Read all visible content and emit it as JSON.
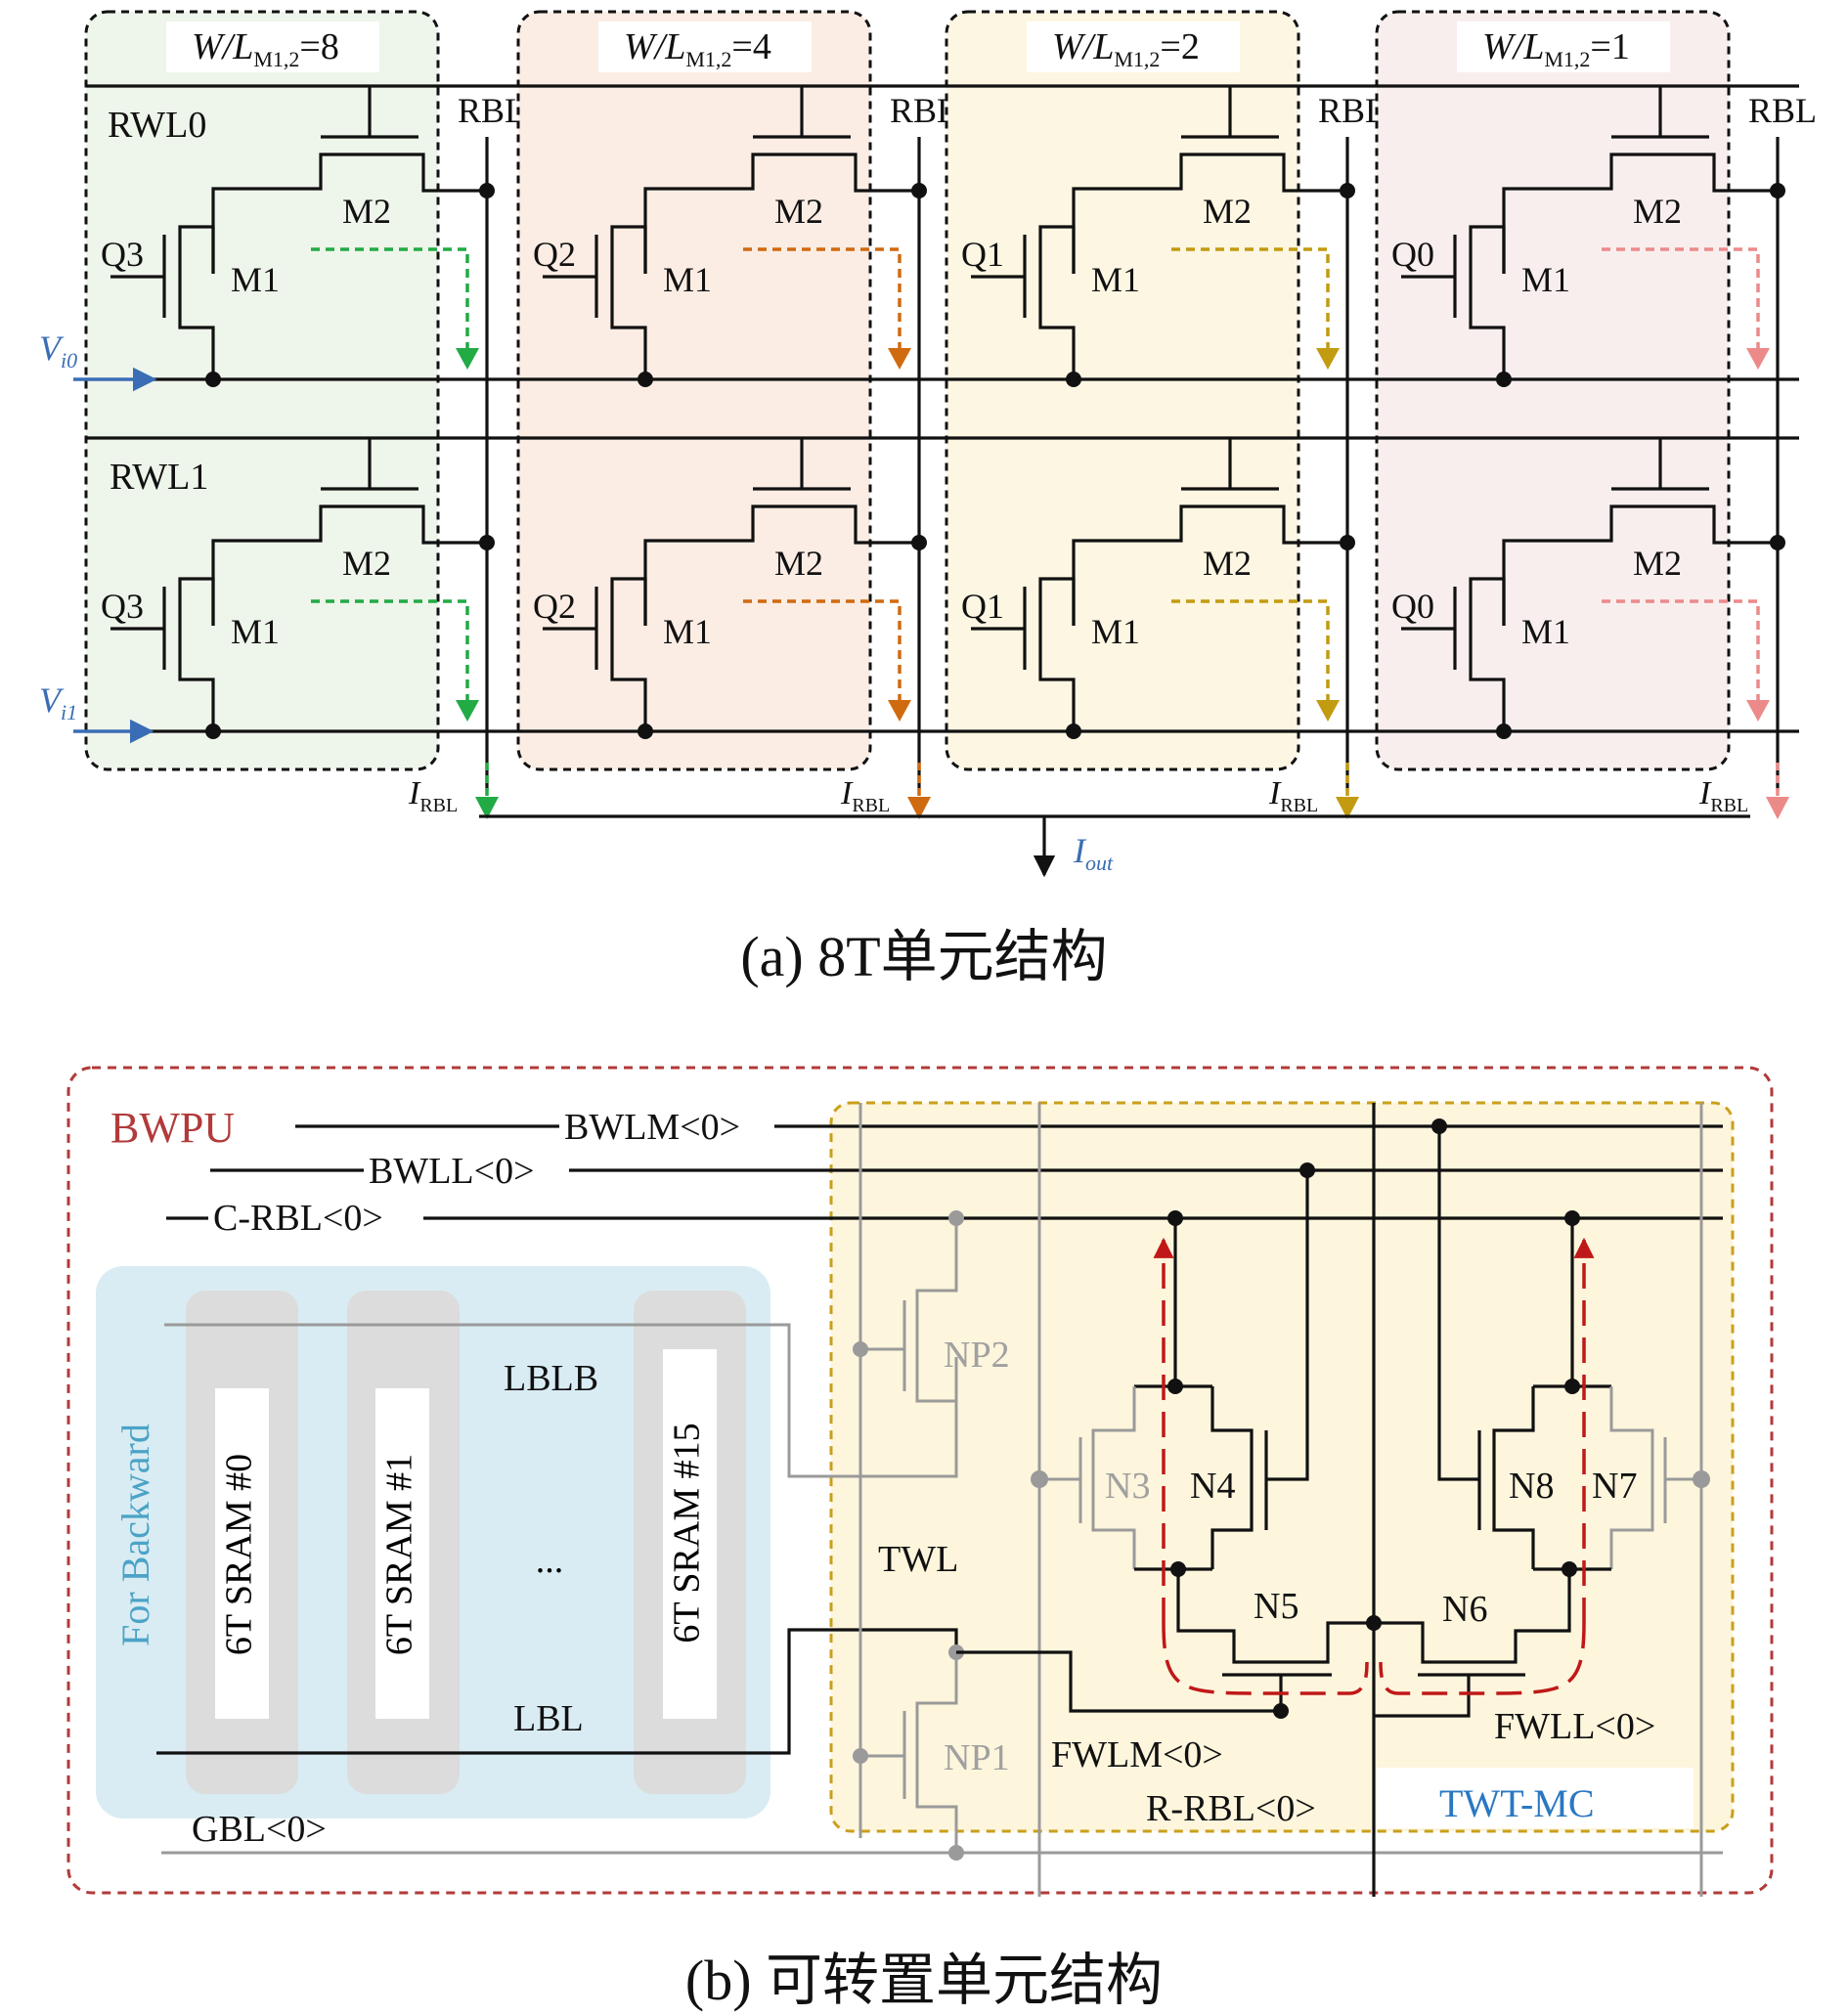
{
  "panel_a": {
    "caption": "(a) 8T单元结构",
    "columns": [
      {
        "wl_label": "W/L",
        "wl_sub": "M1,2",
        "wl_value": "=8",
        "q": "Q3",
        "accent": "#22aa44",
        "fill": "#eef5ea"
      },
      {
        "wl_label": "W/L",
        "wl_sub": "M1,2",
        "wl_value": "=4",
        "q": "Q2",
        "accent": "#d06a10",
        "fill": "#fbede4"
      },
      {
        "wl_label": "W/L",
        "wl_sub": "M1,2",
        "wl_value": "=2",
        "q": "Q1",
        "accent": "#c39b10",
        "fill": "#fcf6e2"
      },
      {
        "wl_label": "W/L",
        "wl_sub": "M1,2",
        "wl_value": "=1",
        "q": "Q0",
        "accent": "#ec8a8a",
        "fill": "#f9eeee"
      }
    ],
    "rows": [
      {
        "rwl": "RWL0",
        "vin": "V",
        "vin_sub": "i0"
      },
      {
        "rwl": "RWL1",
        "vin": "V",
        "vin_sub": "i1"
      }
    ],
    "rbl": "RBL",
    "m1": "M1",
    "m2": "M2",
    "irbl": "I",
    "irbl_sub": "RBL",
    "iout": "I",
    "iout_sub": "out",
    "vin_color": "#3a6db5"
  },
  "panel_b": {
    "caption": "(b) 可转置单元结构",
    "bwpu": "BWPU",
    "bwpu_color": "#b23a3a",
    "bwlm": "BWLM<0>",
    "bwll": "BWLL<0>",
    "crbl": "C-RBL<0>",
    "backward": "For Backward",
    "backward_color": "#4ba3c7",
    "sram": [
      "6T SRAM #0",
      "6T SRAM #1",
      "6T SRAM #15"
    ],
    "ellipsis": "...",
    "lblb": "LBLB",
    "lbl": "LBL",
    "gbl": "GBL<0>",
    "twl": "TWL",
    "np2": "NP2",
    "np1": "NP1",
    "n3": "N3",
    "n4": "N4",
    "n5": "N5",
    "n6": "N6",
    "n7": "N7",
    "n8": "N8",
    "fwlm": "FWLM<0>",
    "fwll": "FWLL<0>",
    "rrbl": "R-RBL<0>",
    "twtmc": "TWT-MC",
    "twtmc_color": "#2a78c2",
    "twtmc_fill": "#fdf5dc",
    "twtmc_border": "#c9a01a"
  }
}
